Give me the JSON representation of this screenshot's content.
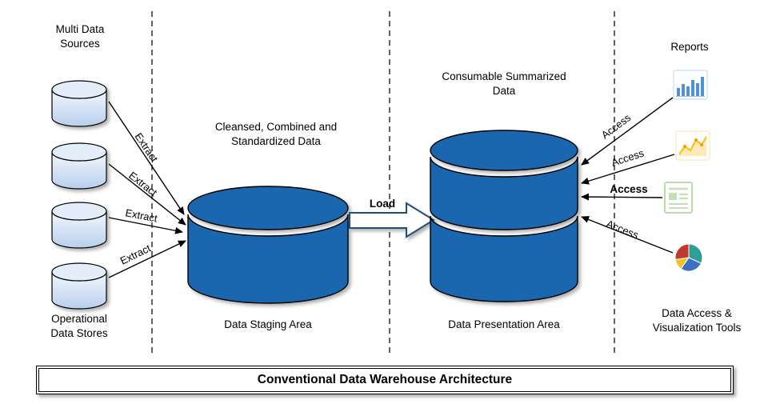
{
  "title_bar": {
    "text": "Conventional Data Warehouse Architecture"
  },
  "sources": {
    "top_label": "Multi Data Sources",
    "bottom_label": "Operational Data Stores"
  },
  "staging": {
    "description": "Cleansed, Combined and Standardized Data",
    "name": "Data Staging Area"
  },
  "presentation": {
    "description": "Consumable Summarized Data",
    "name": "Data Presentation Area"
  },
  "access_zone": {
    "top_label": "Reports",
    "bottom_label": "Data Access & Visualization Tools"
  },
  "flow_labels": {
    "extract": [
      "Extract",
      "Extract",
      "Extract",
      "Extract"
    ],
    "load": "Load",
    "access": [
      "Access",
      "Access",
      "Access",
      "Access"
    ]
  },
  "icons": {
    "reports_tools": [
      "bar-chart-icon",
      "line-chart-icon",
      "report-document-icon",
      "pie-chart-icon"
    ]
  },
  "colors": {
    "cylinder_blue": "#1a67b0",
    "small_cylinder_light": "#f2f7fd",
    "small_cylinder_dark": "#b9cfec",
    "bar_icon_blue": "#4f93d4",
    "line_icon_gold": "#ffc000",
    "report_icon_green": "#a9d18e",
    "pie_teal": "#2e9e96",
    "pie_blue": "#3a6fc4",
    "pie_yellow": "#f2c224",
    "pie_red": "#c0392b"
  }
}
